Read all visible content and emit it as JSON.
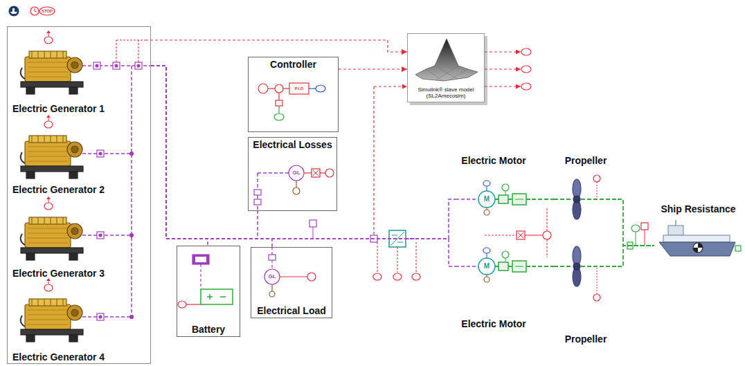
{
  "diagram": {
    "nodes": [
      {
        "text": []
      },
      {
        "text": [
          "Electric Generator 1"
        ],
        "in": 0
      },
      {
        "text": [
          "Electric Generator 2"
        ],
        "in": 0
      },
      {
        "text": [
          "Electric Generator 3"
        ],
        "in": 0
      },
      {
        "text": [
          "Electric Generator 4"
        ],
        "in": 0
      },
      {
        "text": [
          "Simulink® slave model",
          "(SL2Amecosim)"
        ]
      },
      {
        "text": [
          "Controller"
        ]
      },
      {
        "text": [
          "Electrical Losses"
        ]
      },
      {
        "text": [
          "Battery"
        ]
      },
      {
        "text": [
          "Electrical Load"
        ]
      },
      {
        "text": [
          "Electric Motor"
        ]
      },
      {
        "text": [
          "Electric Motor"
        ]
      },
      {
        "text": [
          "Propeller"
        ]
      },
      {
        "text": [
          "Propeller"
        ]
      },
      {
        "text": [
          "Ship Resistance"
        ]
      }
    ],
    "edges": [
      {
        "from": 1,
        "to": 5,
        "arrow": "to"
      },
      {
        "from": 6,
        "to": 5,
        "arrow": "to"
      },
      {
        "from": 0,
        "to": 7,
        "arrow": "none"
      },
      {
        "from": 0,
        "to": 8,
        "arrow": "none"
      },
      {
        "from": 0,
        "to": 9,
        "arrow": "none"
      },
      {
        "from": 0,
        "to": 10,
        "arrow": "none"
      },
      {
        "from": 0,
        "to": 11,
        "arrow": "none"
      },
      {
        "from": 10,
        "to": 12,
        "arrow": "none"
      },
      {
        "from": 11,
        "to": 13,
        "arrow": "none"
      },
      {
        "from": 12,
        "to": 14,
        "arrow": "none"
      },
      {
        "from": 13,
        "to": 14,
        "arrow": "none"
      }
    ],
    "labels": [
      "STOP",
      "P.I.D",
      "GL",
      "GL",
      "M",
      "M"
    ]
  }
}
